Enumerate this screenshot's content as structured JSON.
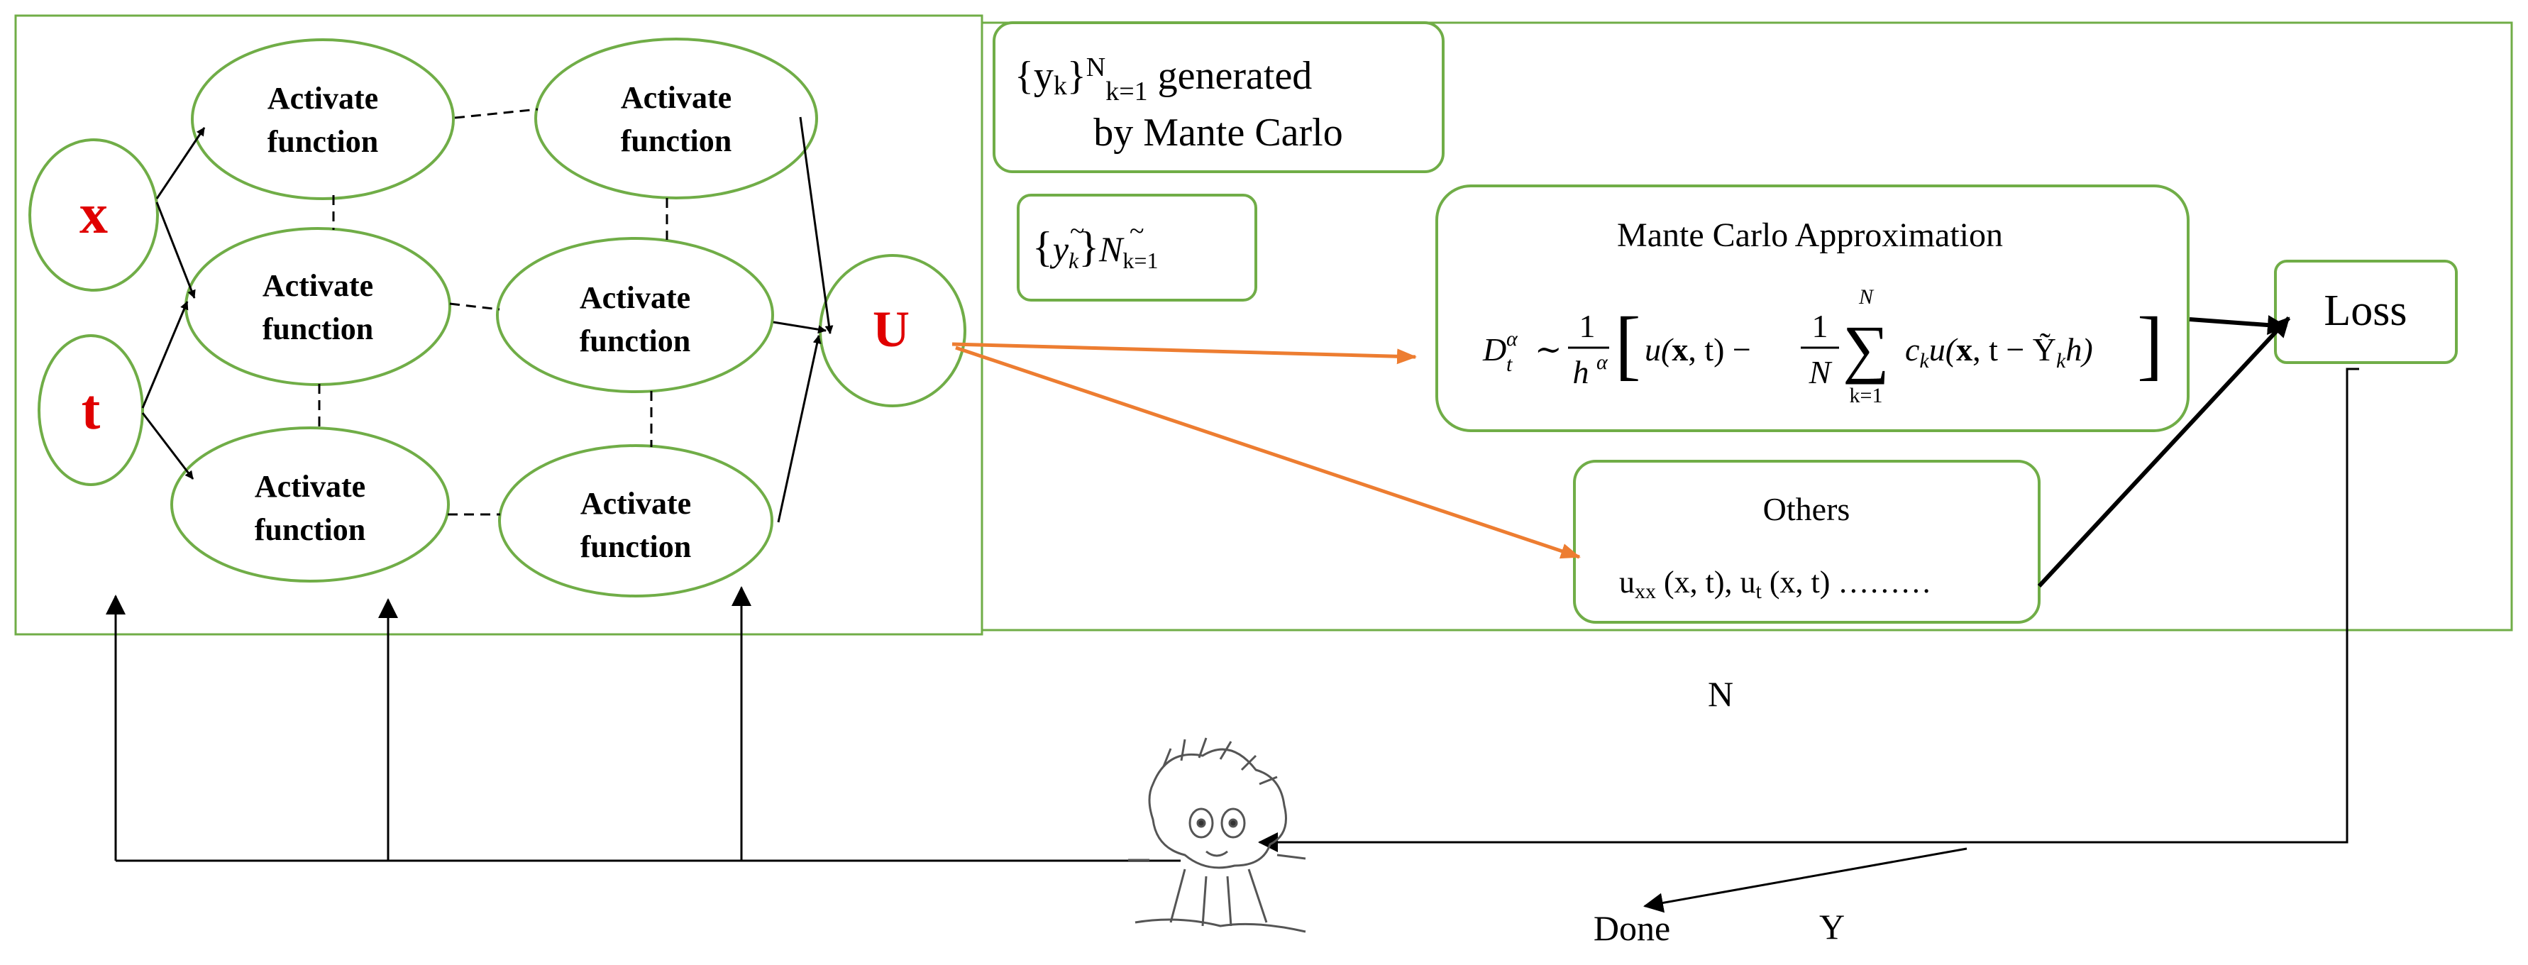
{
  "inputs": {
    "x": "x",
    "t": "t"
  },
  "output": "U",
  "activate_label_line1": "Activate",
  "activate_label_line2": "function",
  "samples": {
    "yk_prefix": "{y",
    "yk_sub": "k",
    "yk_brace": "}",
    "yk_sup": "N",
    "yk_sub2": "k=1",
    "yk_line1_tail": " generated",
    "yk_line2": "by Mante Carlo",
    "ytilde_brace_open": "{",
    "ytilde_y": "y",
    "ytilde_sub": "k",
    "ytilde_brace_close": "}",
    "ytilde_n": "N",
    "ytilde_sub2": "k=1"
  },
  "approx": {
    "title": "Mante Carlo Approximation",
    "D": "D",
    "D_sup": "α",
    "D_sub": "t",
    "sim": "∼",
    "one": "1",
    "h": "h",
    "h_sup": "α",
    "lbr": "[",
    "u_x_t": "u(",
    "bold_x": "x",
    "comma_t": ", t) −",
    "N": "N",
    "sum": "∑",
    "sum_top": "N",
    "sum_bottom": "k=1",
    "ck": "c",
    "ck_sub": "k",
    "u2": "u(",
    "bold_x2": "x",
    "tail": ", t − Ỹ",
    "Y_sub": "k",
    "h2": "h)",
    "rbr": "]"
  },
  "others": {
    "title": "Others",
    "u": "u",
    "u_sub": "xx",
    "args1": " (x, t), u",
    "ut_sub": "t",
    "args2": " (x, t) ………"
  },
  "loss": "Loss",
  "decision": {
    "n": "N",
    "y": "Y",
    "done": "Done"
  }
}
